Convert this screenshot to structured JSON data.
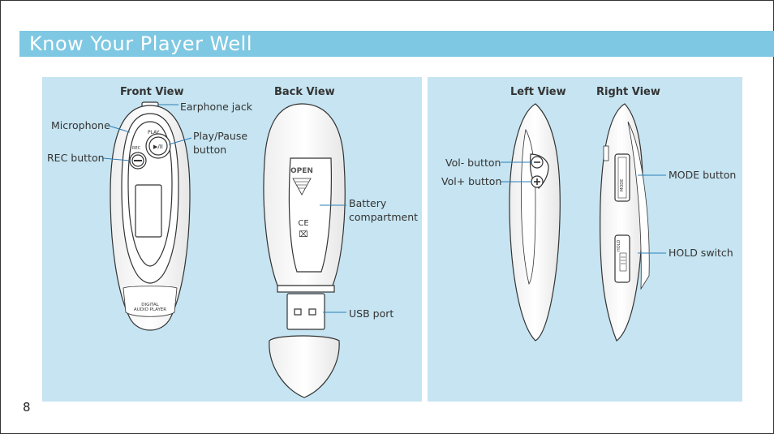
{
  "header": {
    "title": "Know Your Player Well"
  },
  "page_number": "8",
  "left_panel": {
    "front_view": {
      "title": "Front View",
      "labels": {
        "earphone_jack": "Earphone jack",
        "microphone": "Microphone",
        "play_pause": "Play/Pause\nbutton",
        "rec_button": "REC button"
      },
      "device_text": {
        "play": "PLAY",
        "rec": "REC",
        "brand_line1": "DIGITAL",
        "brand_line2": "AUDIO PLAYER"
      }
    },
    "back_view": {
      "title": "Back View",
      "labels": {
        "battery": "Battery\ncompartment",
        "usb_port": "USB port"
      },
      "device_text": {
        "open": "OPEN"
      }
    }
  },
  "right_panel": {
    "left_view": {
      "title": "Left View",
      "labels": {
        "vol_minus": "Vol- button",
        "vol_plus": "Vol+ button"
      }
    },
    "right_view": {
      "title": "Right View",
      "labels": {
        "mode_button": "MODE button",
        "hold_switch": "HOLD switch"
      },
      "device_text": {
        "mode": "MODE",
        "hold": "HOLD"
      }
    }
  },
  "colors": {
    "title_band": "#7ec8e3",
    "panel": "#c6e4f1",
    "device_line": "#333333",
    "leader_line": "#2a7fb8"
  }
}
